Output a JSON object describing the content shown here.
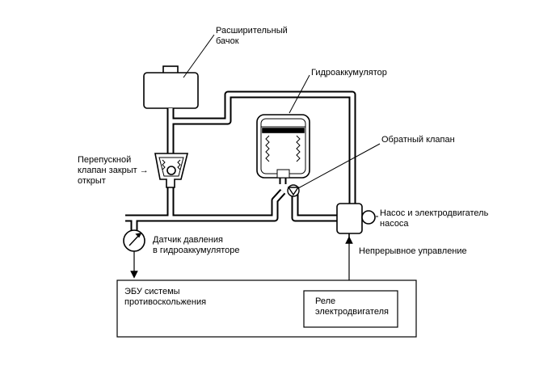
{
  "labels": {
    "reservoir": [
      "Расширительный",
      "бачок"
    ],
    "accumulator": "Гидроаккумулятор",
    "check_valve": "Обратный клапан",
    "bypass_valve": [
      "Перепускной",
      "клапан закрыт →",
      "открыт"
    ],
    "pump": [
      "Насос и электродвигатель",
      "насоса"
    ],
    "pressure_sensor": [
      "Датчик давления",
      "в гидроаккумуляторе"
    ],
    "continuous_control": "Непрерывное управление",
    "ecu": [
      "ЭБУ системы",
      "противоскольжения"
    ],
    "relay": [
      "Реле",
      "электродвигателя"
    ]
  }
}
